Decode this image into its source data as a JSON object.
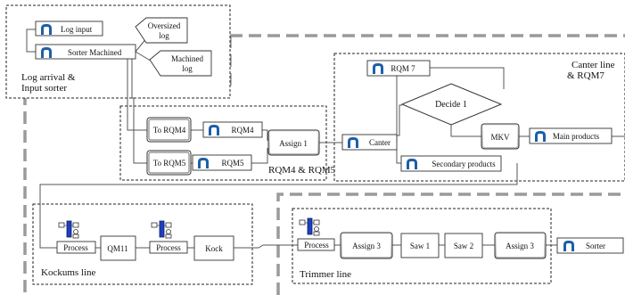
{
  "groups": {
    "log_arrival": "Log arrival &",
    "log_arrival_2": "Input sorter",
    "rqm": "RQM4 & RQM5",
    "canter_line": "Canter line",
    "canter_line_2": "& RQM7",
    "kockums": "Kockums line",
    "trimmer": "Trimmer line"
  },
  "nodes": {
    "log_input": "Log input",
    "sorter_machined": "Sorter Machined",
    "oversized": "Oversized",
    "oversized_2": "log",
    "machined": "Machined",
    "machined_2": "log",
    "to_rqm4": "To RQM4",
    "to_rqm5": "To RQM5",
    "rqm4": "RQM4",
    "rqm5": "RQM5",
    "assign1": "Assign 1",
    "canter": "Canter",
    "rqm7": "RQM 7",
    "decide1": "Decide 1",
    "mkv": "MKV",
    "main_products": "Main products",
    "secondary_products": "Secondary products",
    "process1": "Process",
    "qm11": "QM11",
    "process2": "Process",
    "kock": "Kock",
    "process3": "Process",
    "assign3a": "Assign 3",
    "saw1": "Saw 1",
    "saw2": "Saw 2",
    "assign3b": "Assign 3",
    "sorter": "Sorter"
  }
}
